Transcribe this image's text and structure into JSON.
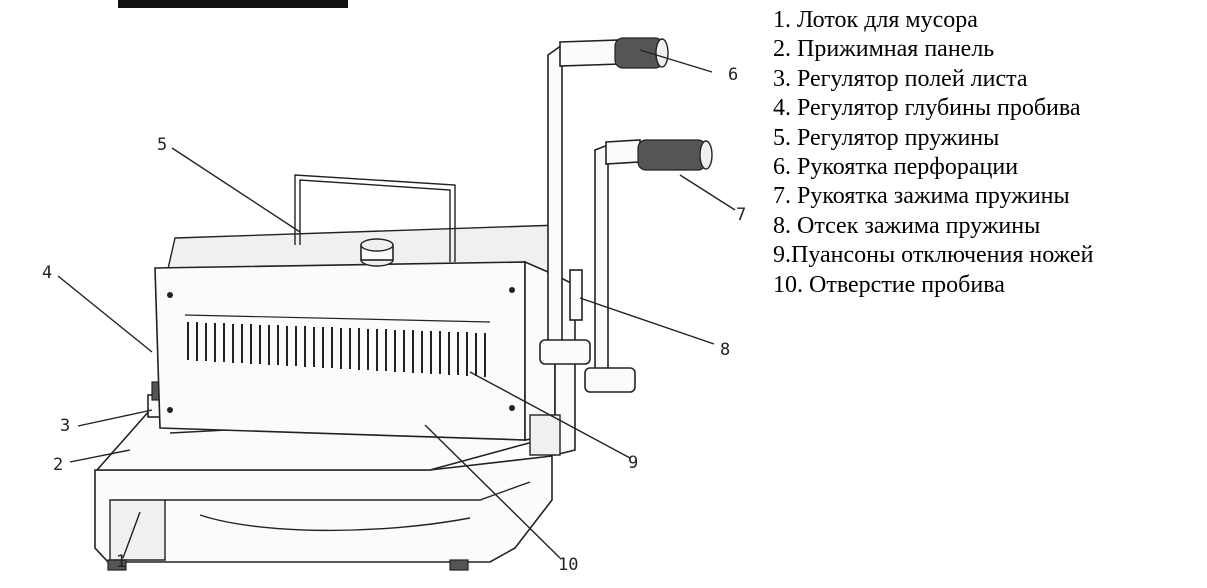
{
  "heading_fragment": "",
  "legend": [
    "1. Лоток для мусора",
    "2. Прижимная панель",
    "3. Регулятор полей листа",
    "4. Регулятор глубины пробива",
    "5. Регулятор пружины",
    "6. Рукоятка перфорации",
    "7. Рукоятка зажима пружины",
    "8. Отсек зажима пружины",
    "9.Пуансоны отключения ножей",
    "10. Отверстие пробива"
  ],
  "callouts": [
    "1",
    "2",
    "3",
    "4",
    "5",
    "6",
    "7",
    "8",
    "9",
    "10"
  ],
  "colors": {
    "line": "#222222",
    "text": "#000000",
    "background": "#ffffff"
  }
}
